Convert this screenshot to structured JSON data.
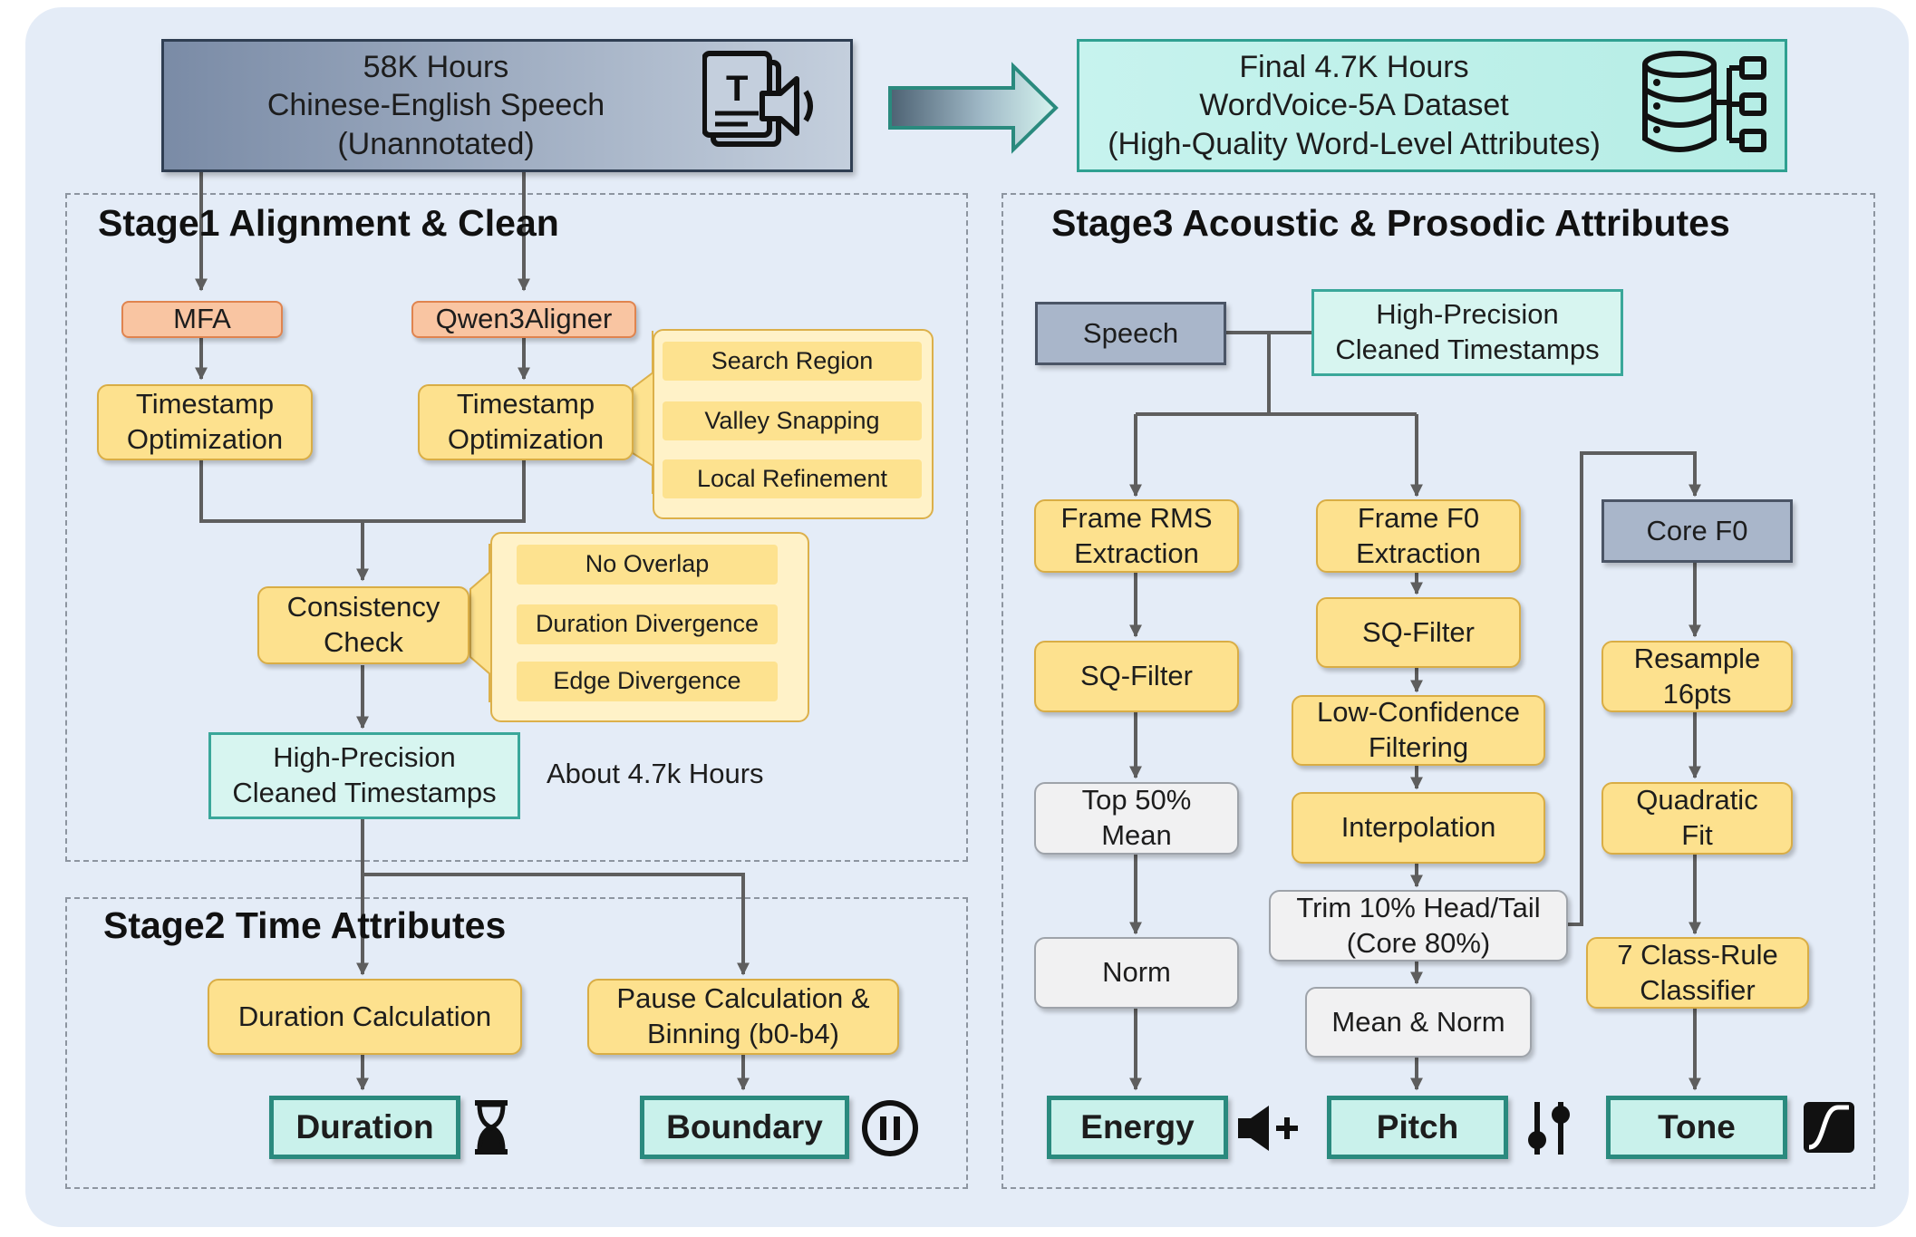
{
  "top": {
    "source_label": "58K Hours\nChinese-English Speech\n(Unannotated)",
    "final_label": "Final 4.7K Hours\nWordVoice-5A Dataset\n(High-Quality Word-Level Attributes)"
  },
  "stage1": {
    "title": "Stage1  Alignment & Clean",
    "mfa": "MFA",
    "qwen": "Qwen3Aligner",
    "opt_left": "Timestamp\nOptimization",
    "opt_right": "Timestamp\nOptimization",
    "opt_steps": [
      "Search Region",
      "Valley Snapping",
      "Local Refinement"
    ],
    "consistency": "Consistency\nCheck",
    "check_steps": [
      "No Overlap",
      "Duration Divergence",
      "Edge Divergence"
    ],
    "cleaned": "High-Precision\nCleaned Timestamps",
    "hours_note": "About 4.7k Hours"
  },
  "stage2": {
    "title": "Stage2  Time Attributes",
    "duration_calc": "Duration Calculation",
    "pause_calc": "Pause Calculation &\nBinning (b0-b4)",
    "duration_out": "Duration",
    "boundary_out": "Boundary"
  },
  "stage3": {
    "title": "Stage3  Acoustic & Prosodic Attributes",
    "speech": "Speech",
    "cleaned": "High-Precision\nCleaned Timestamps",
    "energy_col": [
      "Frame RMS\nExtraction",
      "SQ-Filter",
      "Top 50%\nMean",
      "Norm"
    ],
    "pitch_col": [
      "Frame F0\nExtraction",
      "SQ-Filter",
      "Low-Confidence\nFiltering",
      "Interpolation",
      "Trim 10% Head/Tail\n(Core 80%)",
      "Mean & Norm"
    ],
    "tone_col": [
      "Core F0",
      "Resample\n16pts",
      "Quadratic\nFit",
      "7 Class-Rule\nClassifier"
    ],
    "energy_out": "Energy",
    "pitch_out": "Pitch",
    "tone_out": "Tone"
  },
  "icons": [
    "document-speech-icon",
    "database-tree-icon",
    "hourglass-icon",
    "pause-icon",
    "volume-up-icon",
    "sliders-icon",
    "curve-icon",
    "right-arrow-icon"
  ],
  "colors": {
    "process": "#fde18e",
    "aligner": "#f9c5a2",
    "output": "#c9f1eb",
    "output_border": "#2a8a7e",
    "neutral": "#f1f1f2",
    "slate": "#a9b6ca",
    "background": "#e4ecf7"
  }
}
